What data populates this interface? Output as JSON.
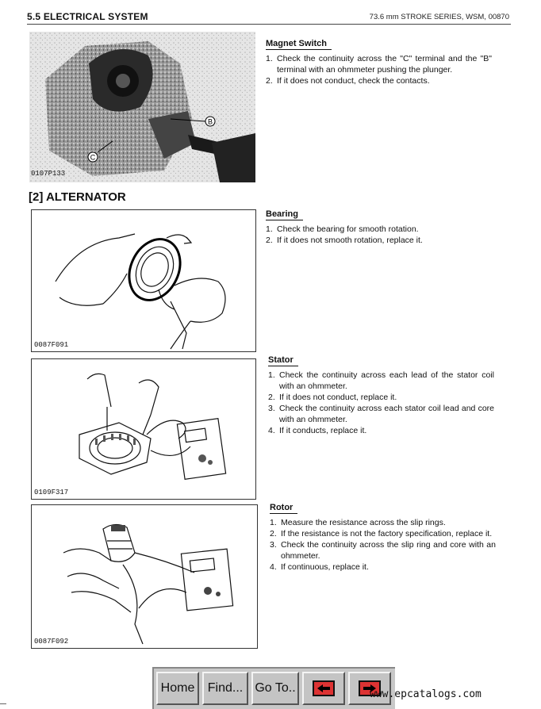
{
  "header": {
    "section": "5.5 ELECTRICAL SYSTEM",
    "manual": "73.6 mm STROKE SERIES, WSM, 00870"
  },
  "figures": {
    "magnet_photo": {
      "code": "0107P133",
      "label_b": "B",
      "label_c": "C"
    },
    "bearing": {
      "code": "0087F091"
    },
    "stator": {
      "code": "0109F317"
    },
    "rotor": {
      "code": "0087F092"
    }
  },
  "section_heading": "[2] ALTERNATOR",
  "magnet_switch": {
    "title": "Magnet Switch",
    "steps": [
      {
        "num": "1.",
        "text": "Check the continuity across the \"C\" terminal and the \"B\" terminal with an ohmmeter pushing the plunger."
      },
      {
        "num": "2.",
        "text": "If it does not conduct, check the contacts."
      }
    ]
  },
  "bearing": {
    "title": "Bearing",
    "steps": [
      {
        "num": "1.",
        "text": "Check the bearing for smooth rotation."
      },
      {
        "num": "2.",
        "text": "If it does not smooth rotation, replace it."
      }
    ]
  },
  "stator": {
    "title": "Stator",
    "steps": [
      {
        "num": "1.",
        "text": "Check the continuity across each lead of the stator coil with an ohmmeter."
      },
      {
        "num": "2.",
        "text": "If it does not conduct, replace it."
      },
      {
        "num": "3.",
        "text": "Check the continuity across each stator coil lead and core with an ohmmeter."
      },
      {
        "num": "4.",
        "text": "If it conducts, replace it."
      }
    ]
  },
  "rotor": {
    "title": "Rotor",
    "steps": [
      {
        "num": "1.",
        "text": "Measure the resistance across the slip rings."
      },
      {
        "num": "2.",
        "text": "If the resistance is not the factory specification, replace it."
      },
      {
        "num": "3.",
        "text": "Check the continuity across the slip ring and core with an ohmmeter."
      },
      {
        "num": "4.",
        "text": "If continuous, replace it."
      }
    ]
  },
  "navbar": {
    "home": "Home",
    "find": "Find...",
    "goto": "Go To..",
    "prev_icon": "arrow-left-icon",
    "next_icon": "arrow-right-icon"
  },
  "watermark": "www.epcatalogs.com"
}
